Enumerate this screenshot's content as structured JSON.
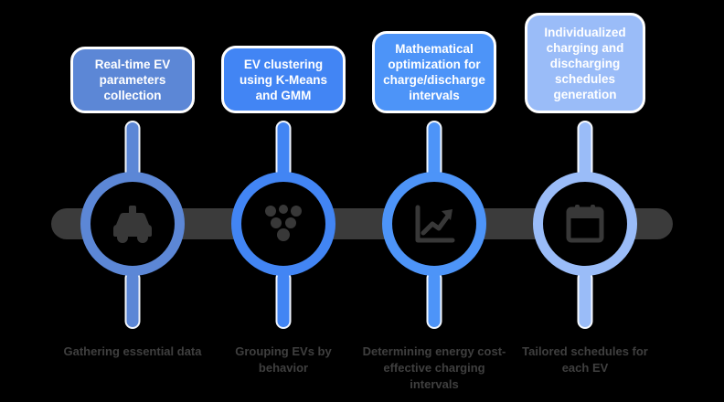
{
  "diagram": {
    "type": "process-timeline",
    "background_color": "#000000",
    "bar_color": "#3b3b3b",
    "caption_color": "#3f3f3f",
    "icon_color": "#383838",
    "box_border_color": "#ffffff",
    "steps": [
      {
        "title": "Real-time EV parameters collection",
        "caption": "Gathering essential data",
        "color": "#5c87d6",
        "icon": "ev-car-icon"
      },
      {
        "title": "EV clustering using K-Means and GMM",
        "caption": "Grouping EVs by behavior",
        "color": "#4285f4",
        "icon": "cluster-icon"
      },
      {
        "title": "Mathematical optimization for charge/discharge intervals",
        "caption": "Determining energy cost-effective charging intervals",
        "color": "#4d94f8",
        "icon": "growth-chart-icon"
      },
      {
        "title": "Individualized charging and discharging schedules generation",
        "caption": "Tailored schedules for each EV",
        "color": "#9abcf8",
        "icon": "calendar-icon"
      }
    ]
  }
}
